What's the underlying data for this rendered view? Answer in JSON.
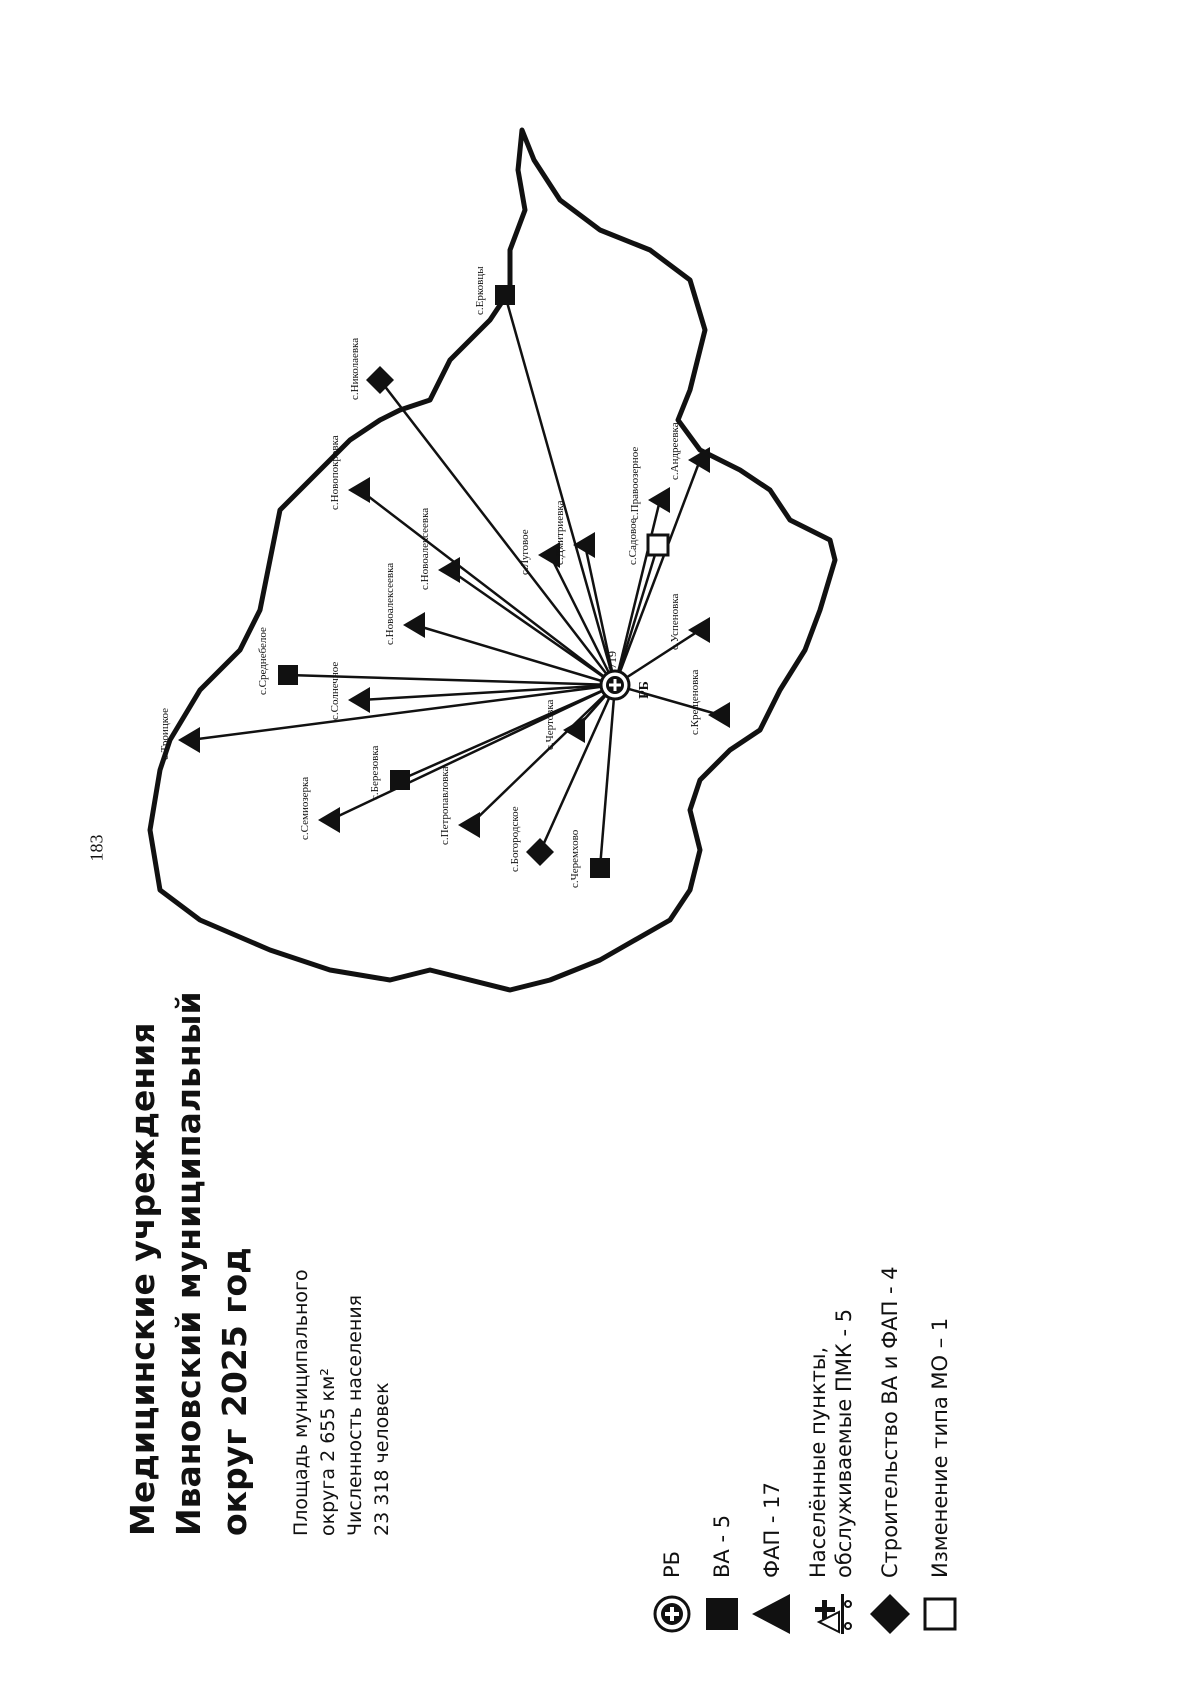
{
  "page_number": "183",
  "title": {
    "line1": "Медицинские учреждения",
    "line2": "Ивановский муниципальный",
    "line3": "округ 2025 год"
  },
  "info": {
    "area_line1": "Площадь муниципального",
    "area_line2": "округа 2 655 км²",
    "population_line1": "Численность населения",
    "population_line2": "23 318 человек"
  },
  "legend": [
    {
      "icon": "circle-plus-icon",
      "label": "РБ"
    },
    {
      "icon": "square-icon",
      "label": "ВА - 5"
    },
    {
      "icon": "triangle-icon",
      "label": "ФАП - 17"
    },
    {
      "icon": "mobile-clinic-icon",
      "label_line1": "Населённые пункты,",
      "label_line2": "обслуживаемые ПМК - 5"
    },
    {
      "icon": "diamond-icon",
      "label": "Строительство ВА и ФАП - 4"
    },
    {
      "icon": "open-square-icon",
      "label": "Изменение типа МО – 1"
    }
  ],
  "hub": {
    "label": "РБ",
    "code": "719",
    "symbol": "circle-plus-icon"
  },
  "settlements": [
    {
      "name": "с.Троицкое",
      "symbol": "triangle-icon"
    },
    {
      "name": "с.Семиозерка",
      "symbol": "triangle-icon"
    },
    {
      "name": "с.Березовка",
      "symbol": "square-icon"
    },
    {
      "name": "с.Петропавловка",
      "symbol": "triangle-icon"
    },
    {
      "name": "с.Богородское",
      "symbol": "diamond-icon"
    },
    {
      "name": "с.Черемхово",
      "symbol": "square-icon"
    },
    {
      "name": "с.Среднебелое",
      "symbol": "square-icon"
    },
    {
      "name": "с.Солнечное",
      "symbol": "triangle-icon"
    },
    {
      "name": "с.Новоалексеевка",
      "symbol": "triangle-icon"
    },
    {
      "name": "с.Новоалексеевка",
      "symbol": "triangle-icon"
    },
    {
      "name": "с.Новопокровка",
      "symbol": "triangle-icon"
    },
    {
      "name": "с.Николаевка",
      "symbol": "diamond-icon"
    },
    {
      "name": "с.Луговое",
      "symbol": "triangle-icon"
    },
    {
      "name": "с.Ерковцы",
      "symbol": "square-icon"
    },
    {
      "name": "с.Дмитриевка",
      "symbol": "triangle-icon"
    },
    {
      "name": "с.Садовое",
      "symbol": "open-square-icon"
    },
    {
      "name": "с.Правоозерное",
      "symbol": "triangle-icon"
    },
    {
      "name": "с.Андреевка",
      "symbol": "triangle-icon"
    },
    {
      "name": "с.Успеновка",
      "symbol": "triangle-icon"
    },
    {
      "name": "с.Крещеновка",
      "symbol": "triangle-icon"
    },
    {
      "name": "с.Чертовка",
      "symbol": "triangle-icon"
    }
  ],
  "colors": {
    "ink": "#111111",
    "background": "#ffffff"
  }
}
